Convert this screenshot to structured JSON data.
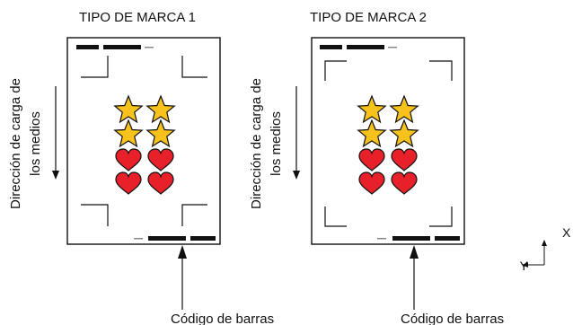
{
  "panels": [
    {
      "title": "TIPO DE MARCA 1",
      "side_label_line1": "Dirección de carga de",
      "side_label_line2": "los medios",
      "bottom_label": "Código de barras"
    },
    {
      "title": "TIPO DE MARCA 2",
      "side_label_line1": "Dirección de carga de",
      "side_label_line2": "los medios",
      "bottom_label": "Código de barras"
    }
  ],
  "axis": {
    "x_label": "X",
    "y_label": "Y"
  },
  "colors": {
    "star_fill": "#f7c21c",
    "heart_fill": "#e8202a",
    "outline": "#111111"
  }
}
